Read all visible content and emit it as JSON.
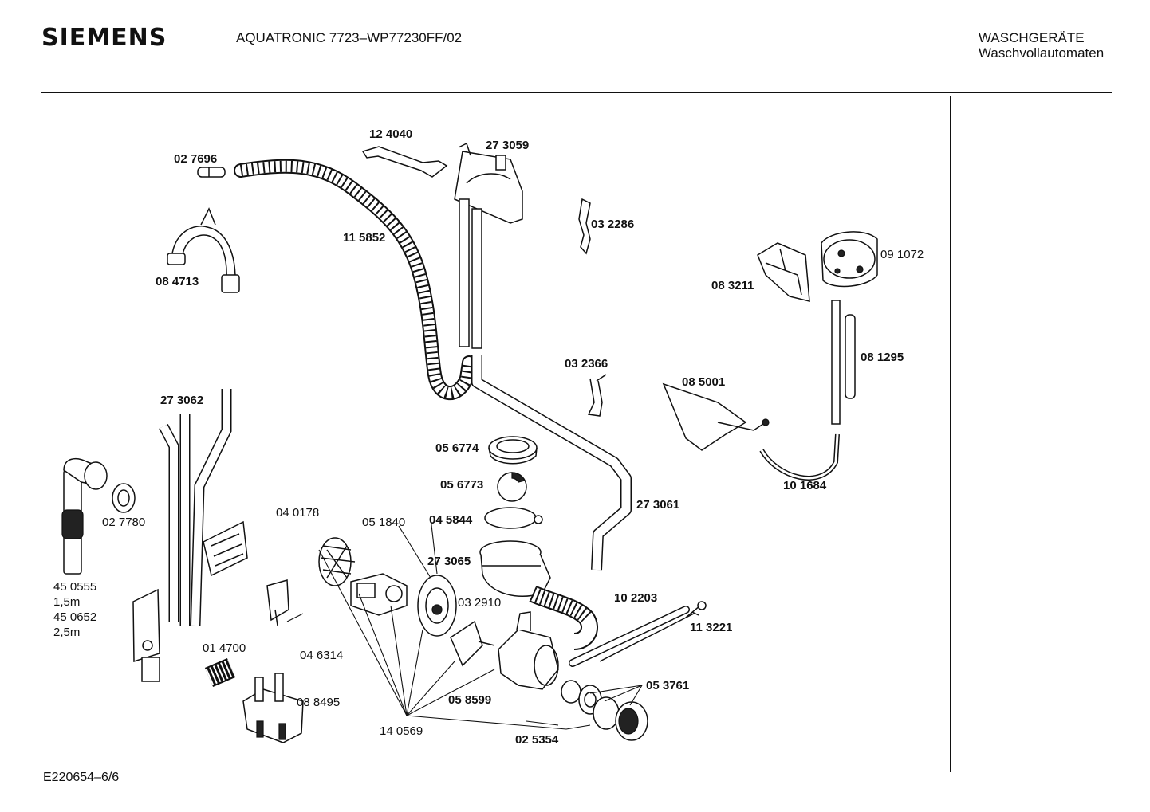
{
  "header": {
    "brand": "SIEMENS",
    "model": "AQUATRONIC 7723–WP77230FF/02",
    "category_line1": "WASCHGERÄTE",
    "category_line2": "Waschvollautomaten"
  },
  "footer": {
    "doc_ref": "E220654–6/6"
  },
  "parts": {
    "p124040": "12 4040",
    "p273059": "27 3059",
    "p027696": "02 7696",
    "p032286": "03 2286",
    "p115852": "11 5852",
    "p091072": "09 1072",
    "p084713": "08 4713",
    "p083211": "08 3211",
    "p081295": "08 1295",
    "p032366": "03 2366",
    "p085001": "08 5001",
    "p273062": "27 3062",
    "p056774": "05 6774",
    "p101684": "10 1684",
    "p027780": "02 7780",
    "p056773": "05 6773",
    "p273061": "27 3061",
    "p040178": "04 0178",
    "p051840": "05 1840",
    "p045844": "04 5844",
    "p273065": "27 3065",
    "p450555": "45 0555",
    "p450555_len": "1,5m",
    "p450652": "45 0652",
    "p450652_len": "2,5m",
    "p102203": "10 2203",
    "p032910": "03 2910",
    "p113221": "11 3221",
    "p014700": "01 4700",
    "p046314": "04 6314",
    "p053761": "05 3761",
    "p088495": "08 8495",
    "p058599": "05 8599",
    "p140569": "14 0569",
    "p025354": "02 5354"
  }
}
